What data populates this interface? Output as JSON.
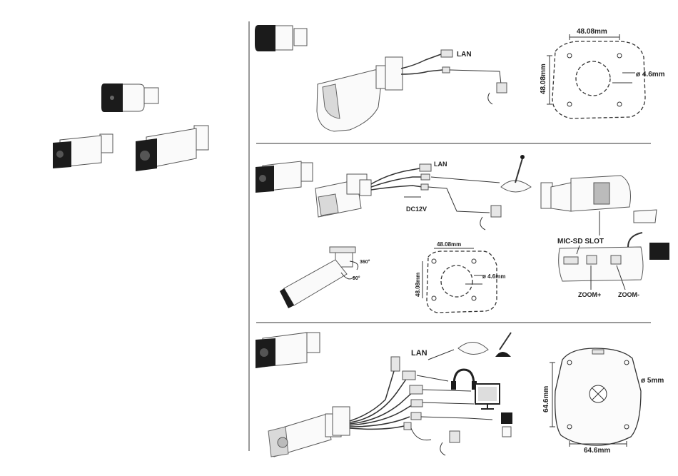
{
  "panel1": {
    "lan": "LAN",
    "dim_top": "48.08mm",
    "dim_side": "48.08mm",
    "hole": "ø 4.6mm"
  },
  "panel2": {
    "lan": "LAN",
    "dc": "DC12V",
    "mic_sd": "MIC-SD SLOT",
    "zoom_plus": "ZOOM+",
    "zoom_minus": "ZOOM-",
    "rot_a": "360°",
    "rot_b": "90°",
    "dim_top": "48.08mm",
    "dim_side": "48.08mm",
    "hole": "ø 4.6mm"
  },
  "panel3": {
    "lan": "LAN",
    "dim_side": "64.6mm",
    "dim_bottom": "64.6mm",
    "hole": "ø 5mm"
  }
}
